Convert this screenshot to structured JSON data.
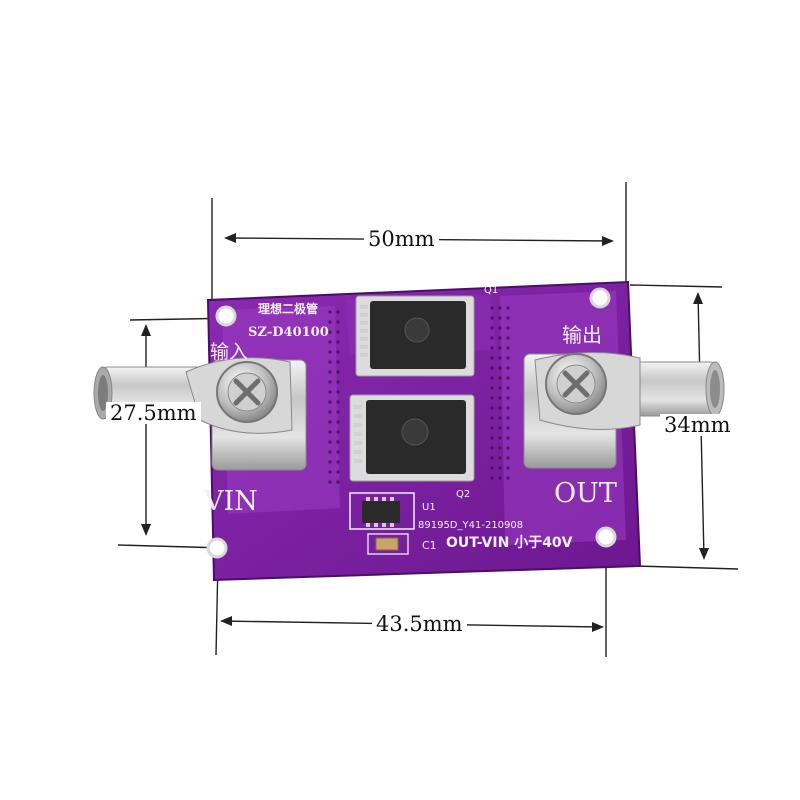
{
  "image": {
    "description": "Purple ideal-diode PCB module with two screw terminals and dimension annotations",
    "colors": {
      "pcb": "#7a1fa0",
      "pcb_light": "#9b3bc2",
      "silkscreen": "#f4eef8",
      "metal": "#c9c9c9",
      "chip": "#2b2b2b"
    }
  },
  "dimensions": {
    "width_top": "50mm",
    "width_bottom": "43.5mm",
    "height_left": "27.5mm",
    "height_right": "34mm"
  },
  "silkscreen": {
    "title_cn": "理想二极管",
    "model": "SZ-D40100",
    "input_cn": "输入",
    "output_cn": "输出",
    "vin": "VIN",
    "out": "OUT",
    "q1": "Q1",
    "q2": "Q2",
    "u1": "U1",
    "c1": "C1",
    "batch": "89195D_Y41-210908",
    "note": "OUT-VIN 小于40V"
  }
}
